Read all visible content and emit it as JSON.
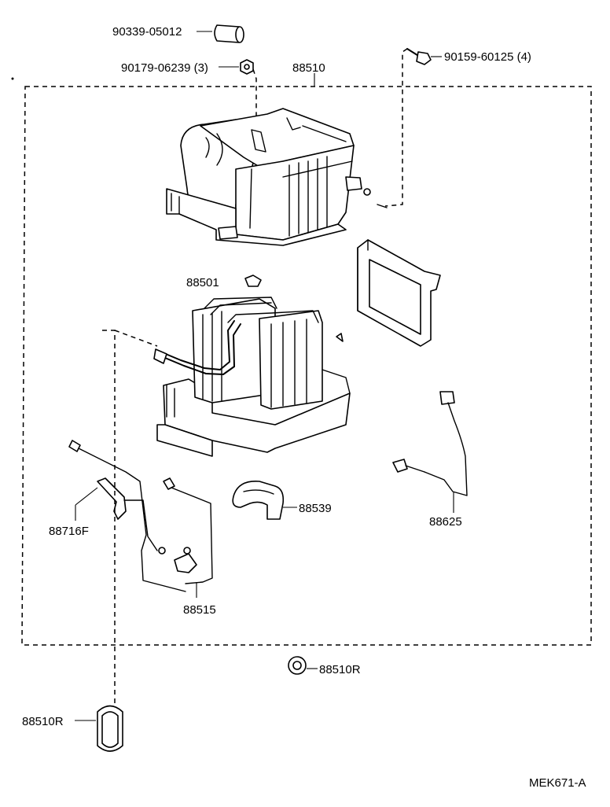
{
  "labels": {
    "p90339": "90339-05012",
    "p90179": "90179-06239 (3)",
    "p90159": "90159-60125 (4)",
    "p88510": "88510",
    "p88501": "88501",
    "p88539": "88539",
    "p88625": "88625",
    "p88716f": "88716F",
    "p88515": "88515",
    "p88510r_a": "88510R",
    "p88510r_b": "88510R",
    "diagram_code": "MEK671-A"
  }
}
